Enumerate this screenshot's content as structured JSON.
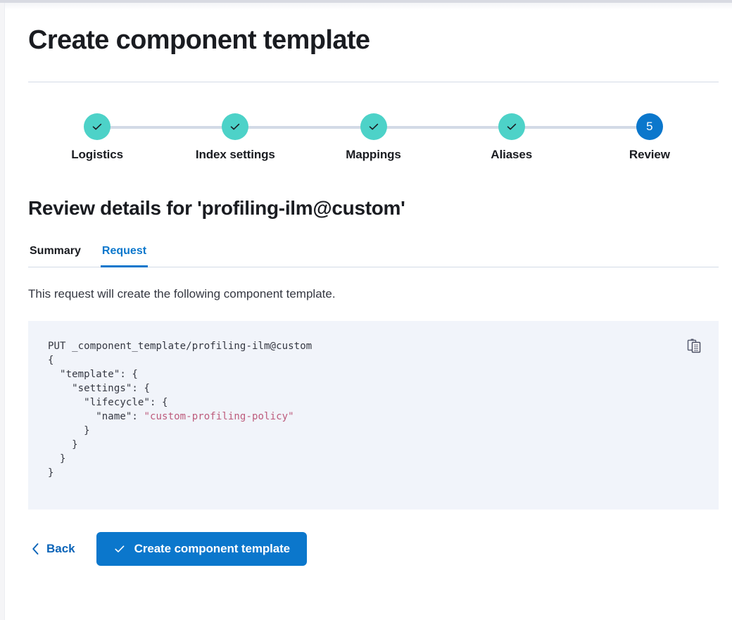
{
  "page": {
    "title": "Create component template"
  },
  "stepper": {
    "steps": [
      {
        "label": "Logistics",
        "state": "complete",
        "icon": "check-icon",
        "number": "1"
      },
      {
        "label": "Index settings",
        "state": "complete",
        "icon": "check-icon",
        "number": "2"
      },
      {
        "label": "Mappings",
        "state": "complete",
        "icon": "check-icon",
        "number": "3"
      },
      {
        "label": "Aliases",
        "state": "complete",
        "icon": "check-icon",
        "number": "4"
      },
      {
        "label": "Review",
        "state": "current",
        "icon": "",
        "number": "5"
      }
    ]
  },
  "review": {
    "heading": "Review details for 'profiling-ilm@custom'",
    "tabs": [
      {
        "label": "Summary",
        "active": false
      },
      {
        "label": "Request",
        "active": true
      }
    ],
    "description": "This request will create the following component template.",
    "code": {
      "method_line": "PUT _component_template/profiling-ilm@custom",
      "lines": [
        "{",
        "  \"template\": {",
        "    \"settings\": {",
        "      \"lifecycle\": {",
        "        \"name\": ",
        "      }",
        "    }",
        "  }",
        "}"
      ],
      "string_value": "\"custom-profiling-policy\"",
      "copy_icon": "copy-clipboard-icon"
    }
  },
  "actions": {
    "back_label": "Back",
    "back_icon": "chevron-left-icon",
    "submit_label": "Create component template",
    "submit_icon": "check-icon"
  },
  "colors": {
    "accent_blue": "#0b77cc",
    "complete_teal": "#4dd2c8",
    "code_bg": "#f1f4fa",
    "string_token": "#bd5b7c",
    "rule": "#d3dae6"
  }
}
